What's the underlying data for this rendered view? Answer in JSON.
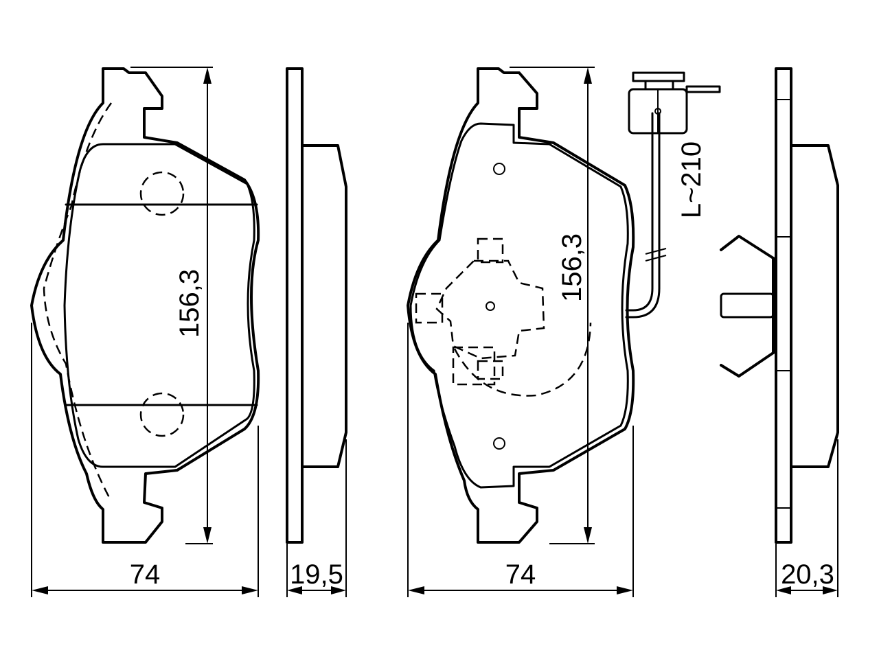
{
  "views": {
    "front_left": {
      "width_label": "74",
      "height_label": "156,3"
    },
    "side_left": {
      "thickness_label": "19,5"
    },
    "front_right": {
      "width_label": "74",
      "height_label": "156,3",
      "wire_length_label": "L~210"
    },
    "side_right": {
      "thickness_label": "20,3"
    }
  }
}
